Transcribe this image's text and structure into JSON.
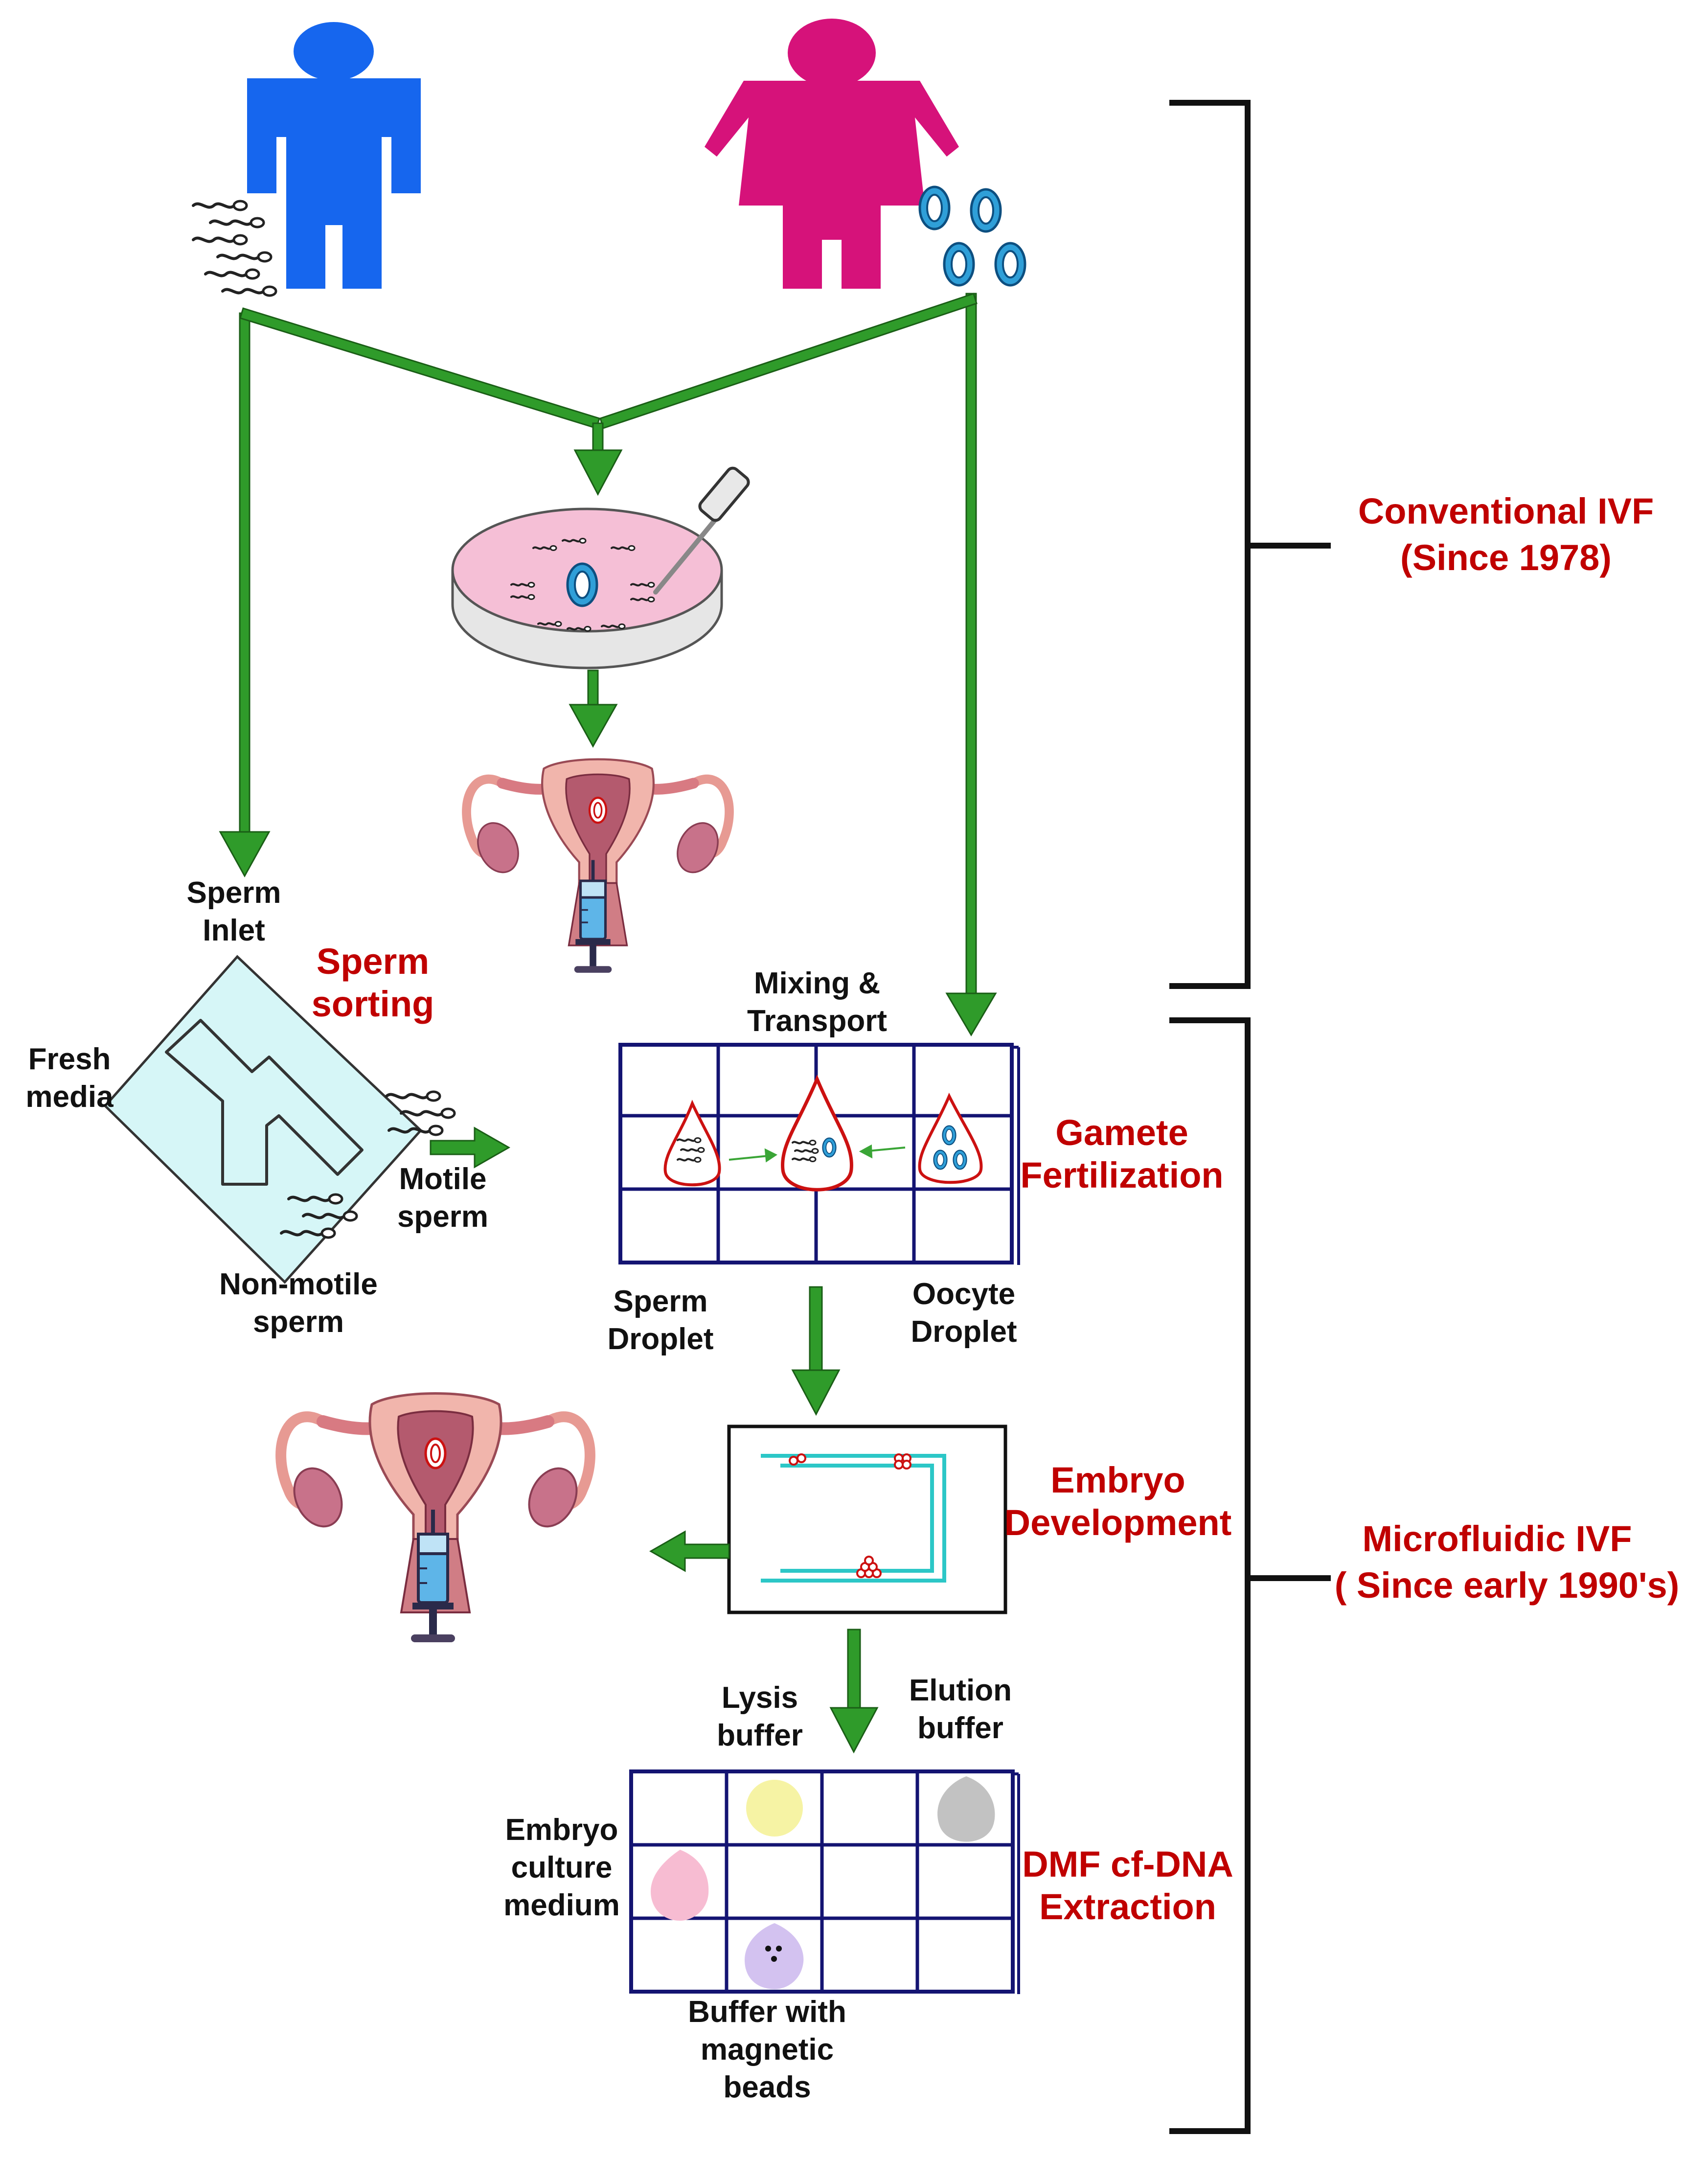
{
  "colors": {
    "male_figure": "#1666ee",
    "female_figure": "#d6127a",
    "arrow": "#1f6e14",
    "arrow_edge": "#0e3a08",
    "section_label": "#c00000",
    "grid_border": "#141472",
    "sorting_chip": "#d6f6f7",
    "dish_medium": "#f5bfd6",
    "oocyte": "#2f9fd8",
    "embryo_channel": "#2cc7c7",
    "droplet_outline": "#cc1111",
    "lysis_buffer": "#f6f3a4",
    "elution_buffer": "#c2c2c2",
    "culture_medium": "#f7bcd2",
    "magnetic_bead_buffer": "#d3c2f0",
    "uterus_tissue": "#e3828a"
  },
  "icons": {
    "male": "male-figure-icon",
    "female": "female-figure-icon",
    "sperm": "sperm-icon",
    "oocyte": "oocyte-icon",
    "petri_dish": "petri-dish-icon",
    "pipette": "pipette-icon",
    "uterus": "uterus-icon",
    "syringe": "syringe-icon"
  },
  "labels": {
    "sperm_inlet": [
      "Sperm",
      "Inlet"
    ],
    "fresh_media": [
      "Fresh",
      "media"
    ],
    "motile_sperm": [
      "Motile",
      "sperm"
    ],
    "non_motile_sperm": [
      "Non-motile",
      "sperm"
    ],
    "mixing_transport": [
      "Mixing &",
      "Transport"
    ],
    "sperm_droplet": [
      "Sperm",
      "Droplet"
    ],
    "oocyte_droplet": [
      "Oocyte",
      "Droplet"
    ],
    "lysis_buffer": [
      "Lysis",
      "buffer"
    ],
    "elution_buffer": [
      "Elution",
      "buffer"
    ],
    "embryo_culture_medium": [
      "Embryo",
      "culture",
      "medium"
    ],
    "buffer_magnetic_beads": [
      "Buffer with",
      "magnetic",
      "beads"
    ]
  },
  "sections": {
    "sperm_sorting": [
      "Sperm",
      "sorting"
    ],
    "gamete_fertilization": [
      "Gamete",
      "Fertilization"
    ],
    "embryo_development": [
      "Embryo",
      "Development"
    ],
    "dmf_extraction": [
      "DMF cf-DNA",
      "Extraction"
    ]
  },
  "brackets": {
    "conventional": [
      "Conventional IVF",
      "(Since 1978)"
    ],
    "microfluidic": [
      "Microfluidic IVF",
      "( Since early 1990's)"
    ]
  }
}
